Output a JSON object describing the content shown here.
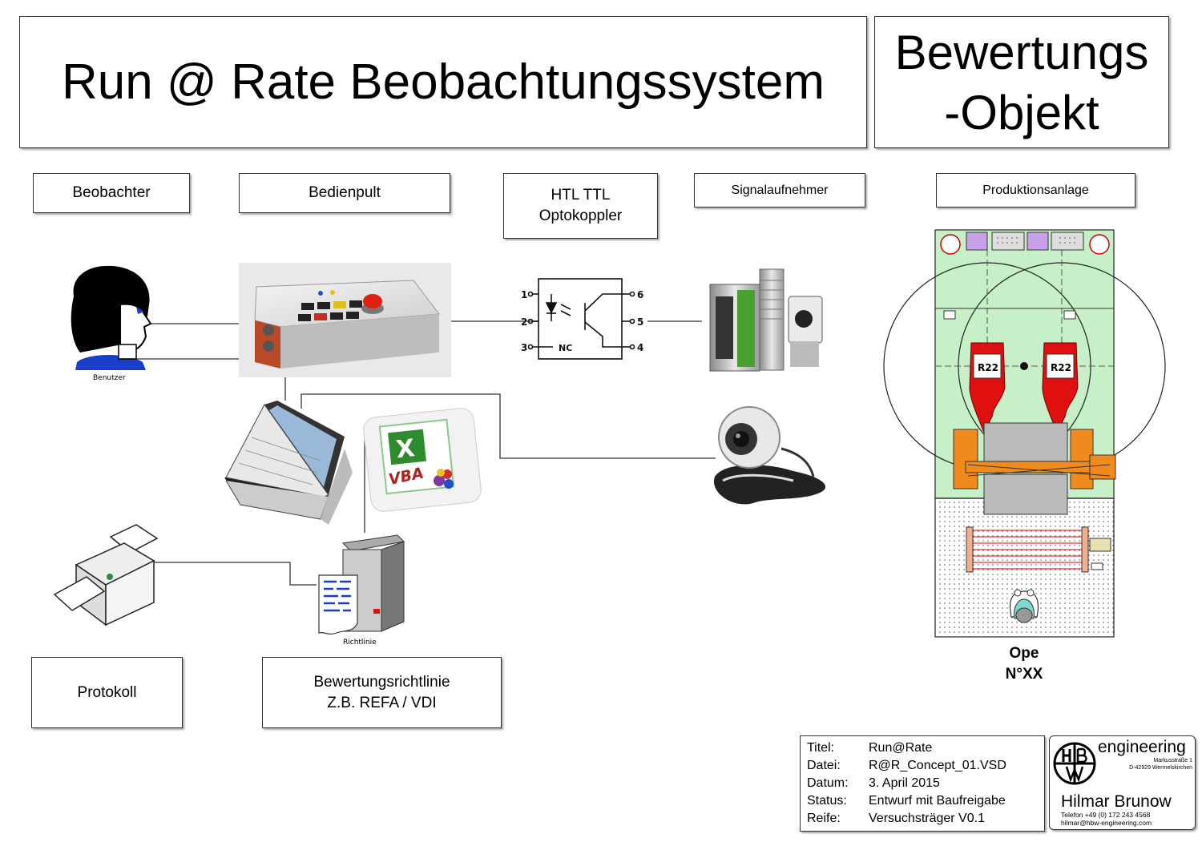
{
  "header": {
    "title": "Run @ Rate Beobachtungssystem",
    "object": "Bewertungs\n-Objekt"
  },
  "labels": {
    "beobachter": "Beobachter",
    "bedienpult": "Bedienpult",
    "optokoppler": "HTL TTL\nOptokoppler",
    "signalaufnehmer": "Signalaufnehmer",
    "produktionsanlage": "Produktionsanlage",
    "protokoll": "Protokoll",
    "richtlinie_box": "Bewertungsrichtlinie\nZ.B. REFA / VDI"
  },
  "captions": {
    "benutzer": "Benutzer",
    "richtlinie": "Richtlinie",
    "vba": "VBA",
    "nc": "NC",
    "robot": "R22",
    "pins": [
      "1",
      "2",
      "3",
      "6",
      "5",
      "4"
    ]
  },
  "ope": {
    "line1": "Ope",
    "line2": "N°XX"
  },
  "titleblock": {
    "rows": [
      {
        "key": "Titel:",
        "value": "Run@Rate"
      },
      {
        "key": "Datei:",
        "value": "R@R_Concept_01.VSD"
      },
      {
        "key": "Datum:",
        "value": "3. April 2015"
      },
      {
        "key": "Status:",
        "value": "Entwurf mit Baufreigabe"
      },
      {
        "key": "Reife:",
        "value": "Versuchsträger V0.1"
      }
    ]
  },
  "logo": {
    "brand": "engineering",
    "street": "Markusstraße 1",
    "city": "D-42929 Wermelskirchen",
    "name": "Hilmar Brunow",
    "phone": "Telefon +49 (0) 172 243 4568",
    "email": "hilmar@hbw-engineering.com"
  },
  "colors": {
    "cell_green": "#c8f0c8",
    "robot_red": "#e01010",
    "fixture_orange": "#f08a1c",
    "excel_green": "#2e8b2e",
    "panel_red": "#b84a2a"
  }
}
